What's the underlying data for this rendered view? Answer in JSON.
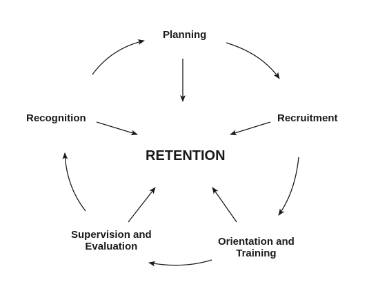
{
  "center": {
    "label": "RETENTION"
  },
  "stages": {
    "planning": "Planning",
    "recruitment": "Recruitment",
    "orientation_line1": "Orientation and",
    "orientation_line2": "Training",
    "supervision_line1": "Supervision and",
    "supervision_line2": "Evaluation",
    "recognition": "Recognition"
  },
  "colors": {
    "text": "#1a1a1a",
    "arrow": "#1a1a1a",
    "background": "#ffffff"
  }
}
